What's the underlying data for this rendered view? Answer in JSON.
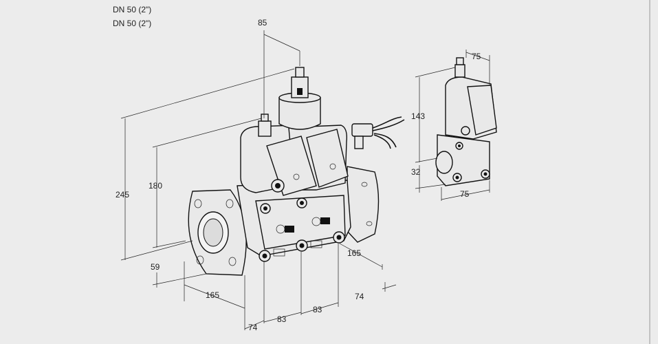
{
  "titles": [
    "DN 50 (2\")",
    "DN 50 (2\")"
  ],
  "dimensions": {
    "top_offset": "85",
    "overall_height": "245",
    "height_to_axis": "180",
    "below_axis": "59",
    "flange_left": "165",
    "flange_right": "165",
    "depth_left": "74",
    "depth_right": "74",
    "spacing_a": "83",
    "spacing_b": "83",
    "side_actuator_height": "143",
    "side_body_height": "32",
    "side_width_top": "75",
    "side_width_bottom": "75"
  },
  "colors": {
    "background": "#ececec",
    "line": "#111111",
    "body": "#e9e9e9"
  }
}
